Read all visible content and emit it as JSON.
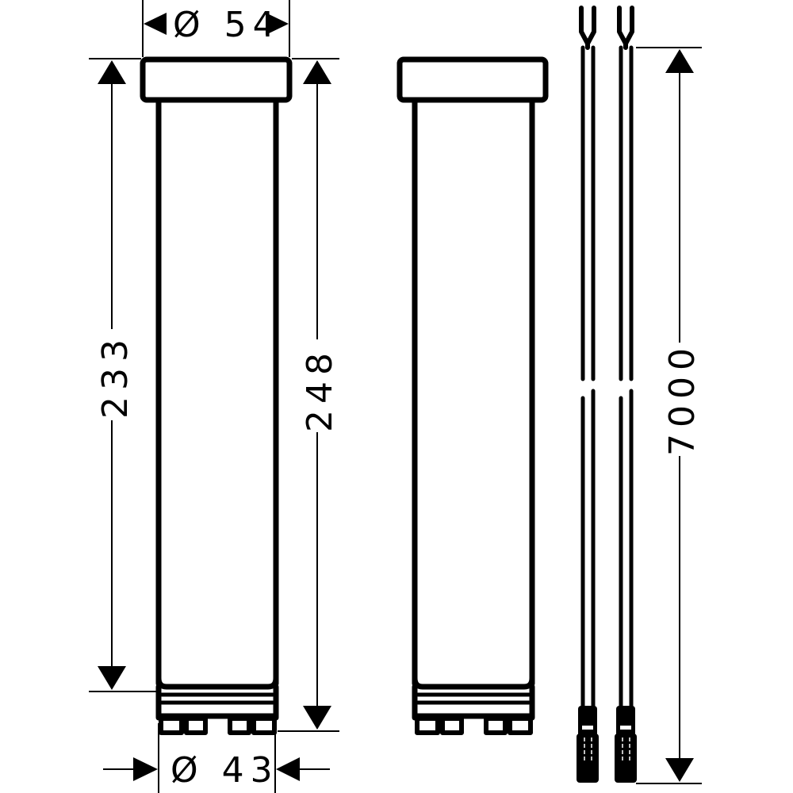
{
  "drawing": {
    "title": "Extension pipe set with cables",
    "background": "#ffffff",
    "line_color": "#000000"
  },
  "dimensions": {
    "top_diameter": "Ø 54",
    "bottom_diameter": "Ø 43",
    "body_height": "233",
    "total_height": "248",
    "cable_length": "7000"
  },
  "parts": [
    {
      "name": "extension-pipe-dimensioned"
    },
    {
      "name": "extension-pipe-plain"
    },
    {
      "name": "cable-1"
    },
    {
      "name": "cable-2"
    }
  ]
}
